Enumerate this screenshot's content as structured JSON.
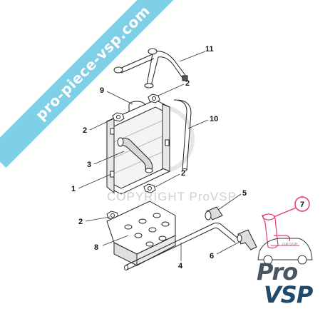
{
  "watermark": {
    "banner_text": "pro-piece-vsp.com",
    "copyright_text": "COPYRIGHT ProVSP"
  },
  "callouts": {
    "c1": "1",
    "c2a": "2",
    "c2b": "2",
    "c2c": "2",
    "c2d": "2",
    "c3": "3",
    "c4": "4",
    "c5": "5",
    "c6": "6",
    "c7": "7",
    "c8": "8",
    "c9": "9",
    "c10": "10",
    "c11": "11"
  },
  "logo": {
    "group_text": "GROUP",
    "pro_text": "Pro",
    "vsp_text": "VSP"
  },
  "colors": {
    "banner": "#7fcfe6",
    "highlight": "#e23c6a",
    "logo_dark": "#4a5560",
    "logo_blue": "#1f4a6b"
  }
}
